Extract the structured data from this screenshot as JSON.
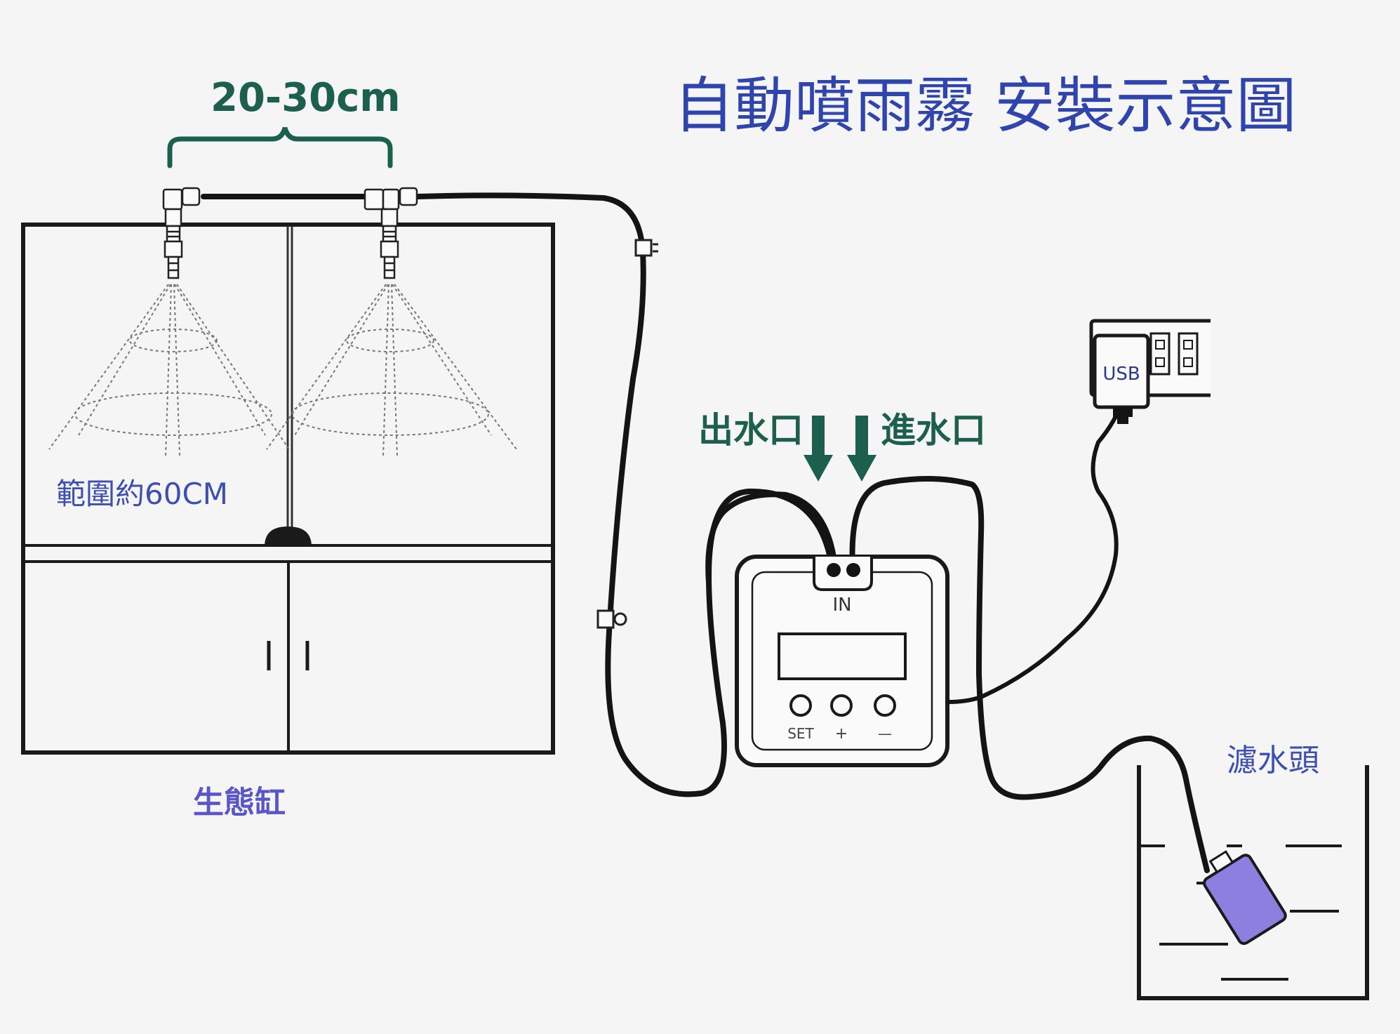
{
  "title": "自動噴雨霧 安裝示意圖",
  "spacing_label": "20-30cm",
  "range_label": "範圍約60CM",
  "tank_label": "生態缸",
  "outlet_label": "出水口",
  "inlet_label": "進水口",
  "controller": {
    "port_label": "IN",
    "buttons": [
      "SET",
      "+",
      "—"
    ]
  },
  "usb_label": "USB",
  "pump_label": "濾水頭",
  "colors": {
    "title": "#2f45ad",
    "teal": "#1b5f4c",
    "range_text": "#3d4fb0",
    "tank_text": "#5a56c8",
    "pump_body": "#8b7fe0",
    "line": "#141414",
    "background": "#f5f5f5"
  }
}
